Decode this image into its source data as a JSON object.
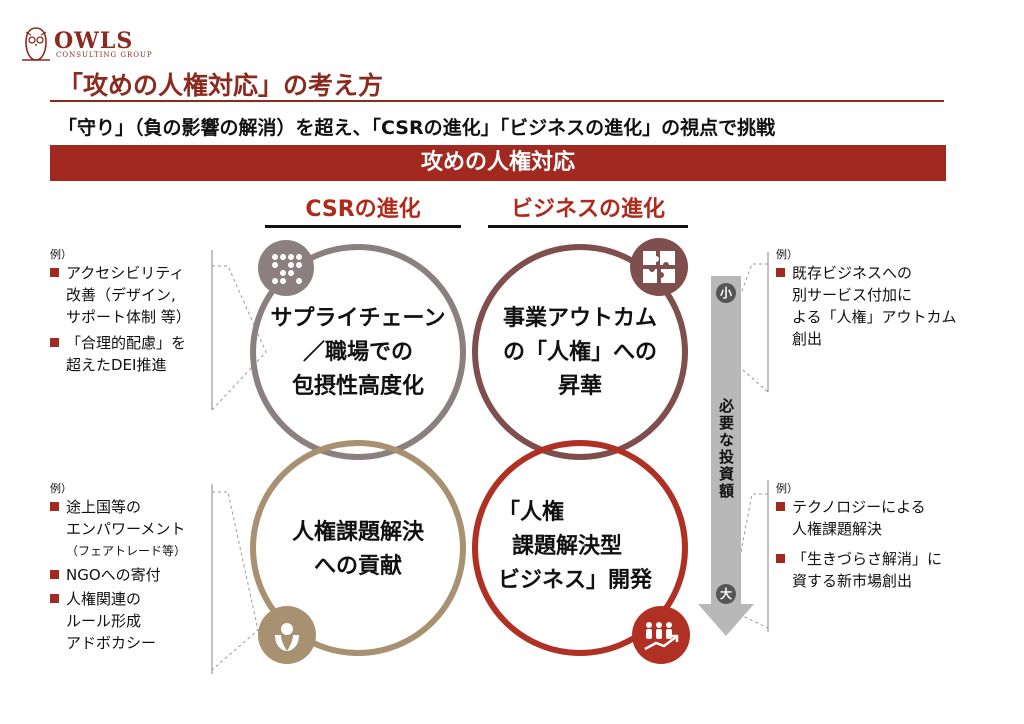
{
  "logo": {
    "name": "OWLS",
    "sub": "CONSULTING GROUP"
  },
  "title": "「攻めの人権対応」の考え方",
  "subtitle": "「守り」（負の影響の解消）を超え、「CSRの進化」「ビジネスの進化」の視点で挑戦",
  "banner": "攻めの人権対応",
  "columns": {
    "left": "CSRの進化",
    "right": "ビジネスの進化"
  },
  "quadrants": {
    "tl": [
      "サプライチェーン",
      "／職場での",
      "包摂性高度化"
    ],
    "tr": [
      "事業アウトカム",
      "の「人権」への",
      "昇華"
    ],
    "bl": [
      "人権課題解決",
      "への貢献"
    ],
    "br": [
      "「人権",
      "課題解決型",
      "ビジネス」開発"
    ]
  },
  "arrow": {
    "top": "小",
    "bottom": "大",
    "label": "必要な投資額"
  },
  "examples": {
    "tl": {
      "label": "例）",
      "items": [
        {
          "lines": [
            "アクセシビリティ",
            "改善（デザイン,",
            "サポート体制 等）"
          ]
        },
        {
          "lines": [
            "「合理的配慮」を",
            "超えたDEI推進"
          ]
        }
      ]
    },
    "bl": {
      "label": "例）",
      "items": [
        {
          "lines": [
            "途上国等の",
            "エンパワーメント"
          ],
          "note": "（フェアトレード等）"
        },
        {
          "lines": [
            "NGOへの寄付"
          ]
        },
        {
          "lines": [
            "人権関連の",
            "ルール形成",
            "アドボカシー"
          ]
        }
      ]
    },
    "tr": {
      "label": "例）",
      "items": [
        {
          "lines": [
            "既存ビジネスへの",
            "別サービス付加に",
            "よる「人権」アウトカム",
            "創出"
          ]
        }
      ]
    },
    "br": {
      "label": "例）",
      "items": [
        {
          "lines": [
            "テクノロジーによる",
            "人権課題解決"
          ]
        },
        {
          "lines": [
            "「生きづらさ解消」に",
            "資する新市場創出"
          ]
        }
      ]
    }
  },
  "icons": {
    "tl": "braille-icon",
    "tr": "puzzle-icon",
    "bl": "person-hands-icon",
    "br": "team-growth-icon"
  },
  "colors": {
    "accent": "#a1291f",
    "tl_ring": "#8b7f80",
    "tr_ring": "#7e4f4d",
    "bl_ring": "#a89170",
    "br_ring": "#b03124"
  }
}
